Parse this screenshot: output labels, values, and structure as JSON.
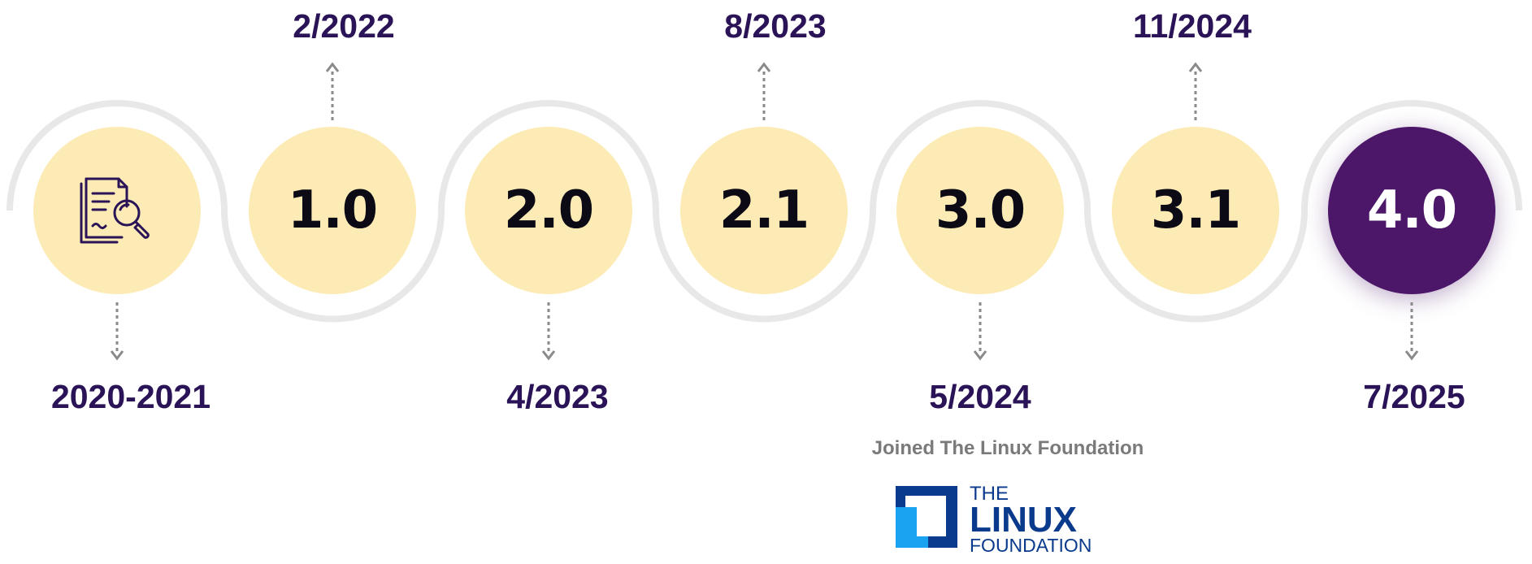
{
  "colors": {
    "node_fill": "#fdebb6",
    "final_fill": "#4d1769",
    "date_text": "#2a1356",
    "arc": "#e8e8e8",
    "arrow": "#8a8a8a",
    "note_text": "#7a7a7a",
    "logo_blue": "#0a3a8c",
    "logo_light_blue": "#1aa3f0"
  },
  "timeline": {
    "start": {
      "icon": "document-search-icon",
      "date": "2020-2021"
    },
    "releases": [
      {
        "version": "1.0",
        "date": "2/2022"
      },
      {
        "version": "2.0",
        "date": "4/2023"
      },
      {
        "version": "2.1",
        "date": "8/2023"
      },
      {
        "version": "3.0",
        "date": "5/2024"
      },
      {
        "version": "3.1",
        "date": "11/2024"
      },
      {
        "version": "4.0",
        "date": "7/2025"
      }
    ]
  },
  "milestone": {
    "note": "Joined The Linux Foundation",
    "logo": {
      "line1": "THE",
      "line2": "LINUX",
      "line3": "FOUNDATION"
    }
  }
}
